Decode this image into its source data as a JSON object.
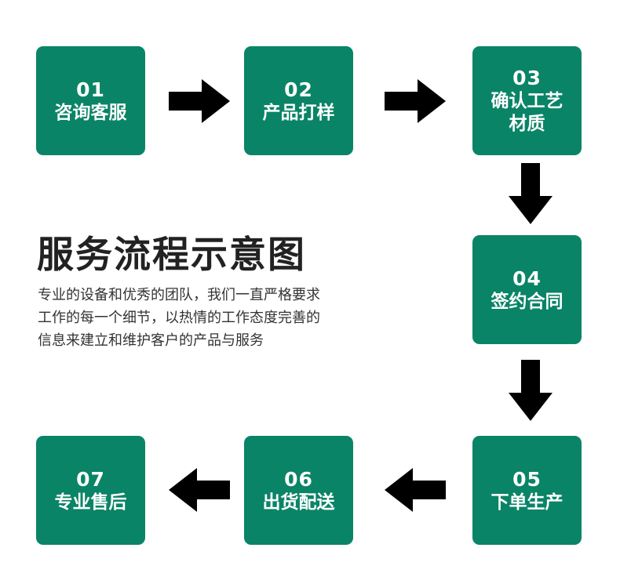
{
  "colors": {
    "box_fill": "#0a8466",
    "box_text": "#ffffff",
    "arrow": "#000000",
    "title": "#222222",
    "text": "#333333"
  },
  "steps": [
    {
      "num": "01",
      "label": "咨询客服"
    },
    {
      "num": "02",
      "label": "产品打样"
    },
    {
      "num": "03",
      "label": "确认工艺材质"
    },
    {
      "num": "04",
      "label": "签约合同"
    },
    {
      "num": "05",
      "label": "下单生产"
    },
    {
      "num": "06",
      "label": "出货配送"
    },
    {
      "num": "07",
      "label": "专业售后"
    }
  ],
  "title": "服务流程示意图",
  "description": [
    "专业的设备和优秀的团队，我们一直严格要求",
    "工作的每一个细节，以热情的工作态度完善的",
    "信息来建立和维护客户的产品与服务"
  ]
}
